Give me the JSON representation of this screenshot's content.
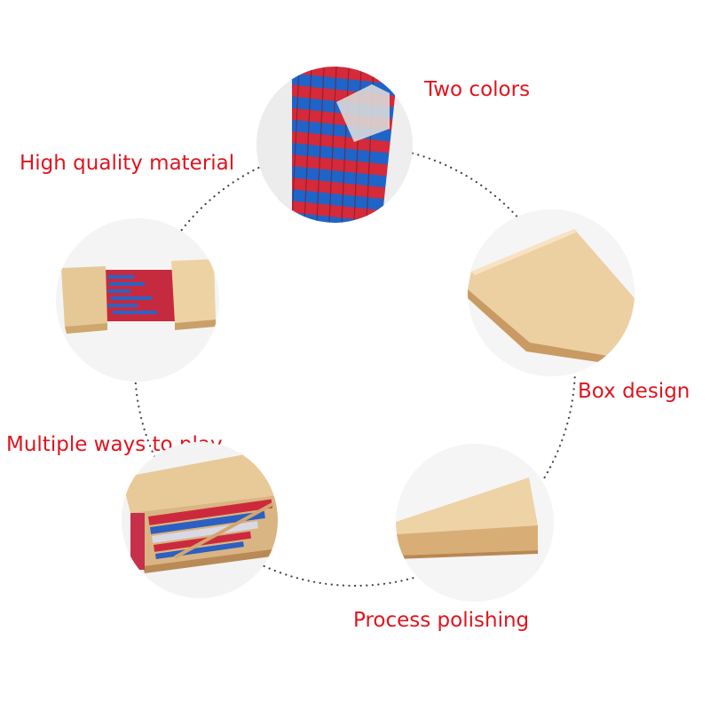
{
  "accent_color": "#e0141e",
  "features": [
    {
      "label": "Two colors",
      "image": "red-blue-rods-closeup"
    },
    {
      "label": "High quality material",
      "image": "open-wooden-box-with-rods"
    },
    {
      "label": "Box design",
      "image": "closed-wooden-box"
    },
    {
      "label": "Multiple ways to play",
      "image": "box-with-loose-rods"
    },
    {
      "label": "Process polishing",
      "image": "polished-box-lid"
    }
  ]
}
